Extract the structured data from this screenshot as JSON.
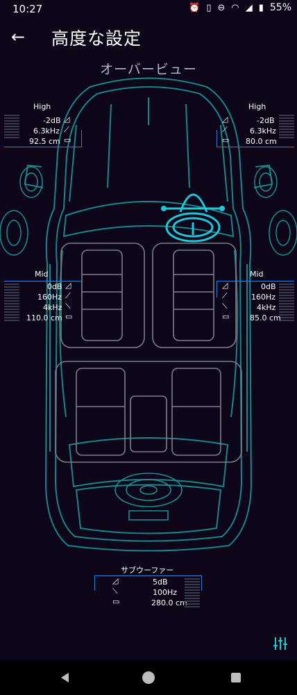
{
  "status": {
    "time": "10:27",
    "battery": "55%"
  },
  "header": {
    "title": "高度な設定",
    "subtitle": "オーバービュー"
  },
  "speakers": {
    "high_left": {
      "label": "High",
      "gain": "-2dB",
      "freq": "6.3kHz",
      "distance": "92.5 cm"
    },
    "high_right": {
      "label": "High",
      "gain": "-2dB",
      "freq": "6.3kHz",
      "distance": "80.0 cm"
    },
    "mid_left": {
      "label": "Mid",
      "gain": "0dB",
      "hpf": "160Hz",
      "lpf": "4kHz",
      "distance": "110.0 cm"
    },
    "mid_right": {
      "label": "Mid",
      "gain": "0dB",
      "hpf": "160Hz",
      "lpf": "4kHz",
      "distance": "85.0 cm"
    },
    "subwoofer": {
      "label": "サブウーファー",
      "gain": "5dB",
      "freq": "100Hz",
      "distance": "280.0 cm"
    }
  },
  "colors": {
    "accent": "#1ec8d8",
    "car_line": "#1a8f94",
    "seat_line": "#8a8a8a",
    "bracket": "#2f7fd8",
    "bg": "#0d0618"
  }
}
